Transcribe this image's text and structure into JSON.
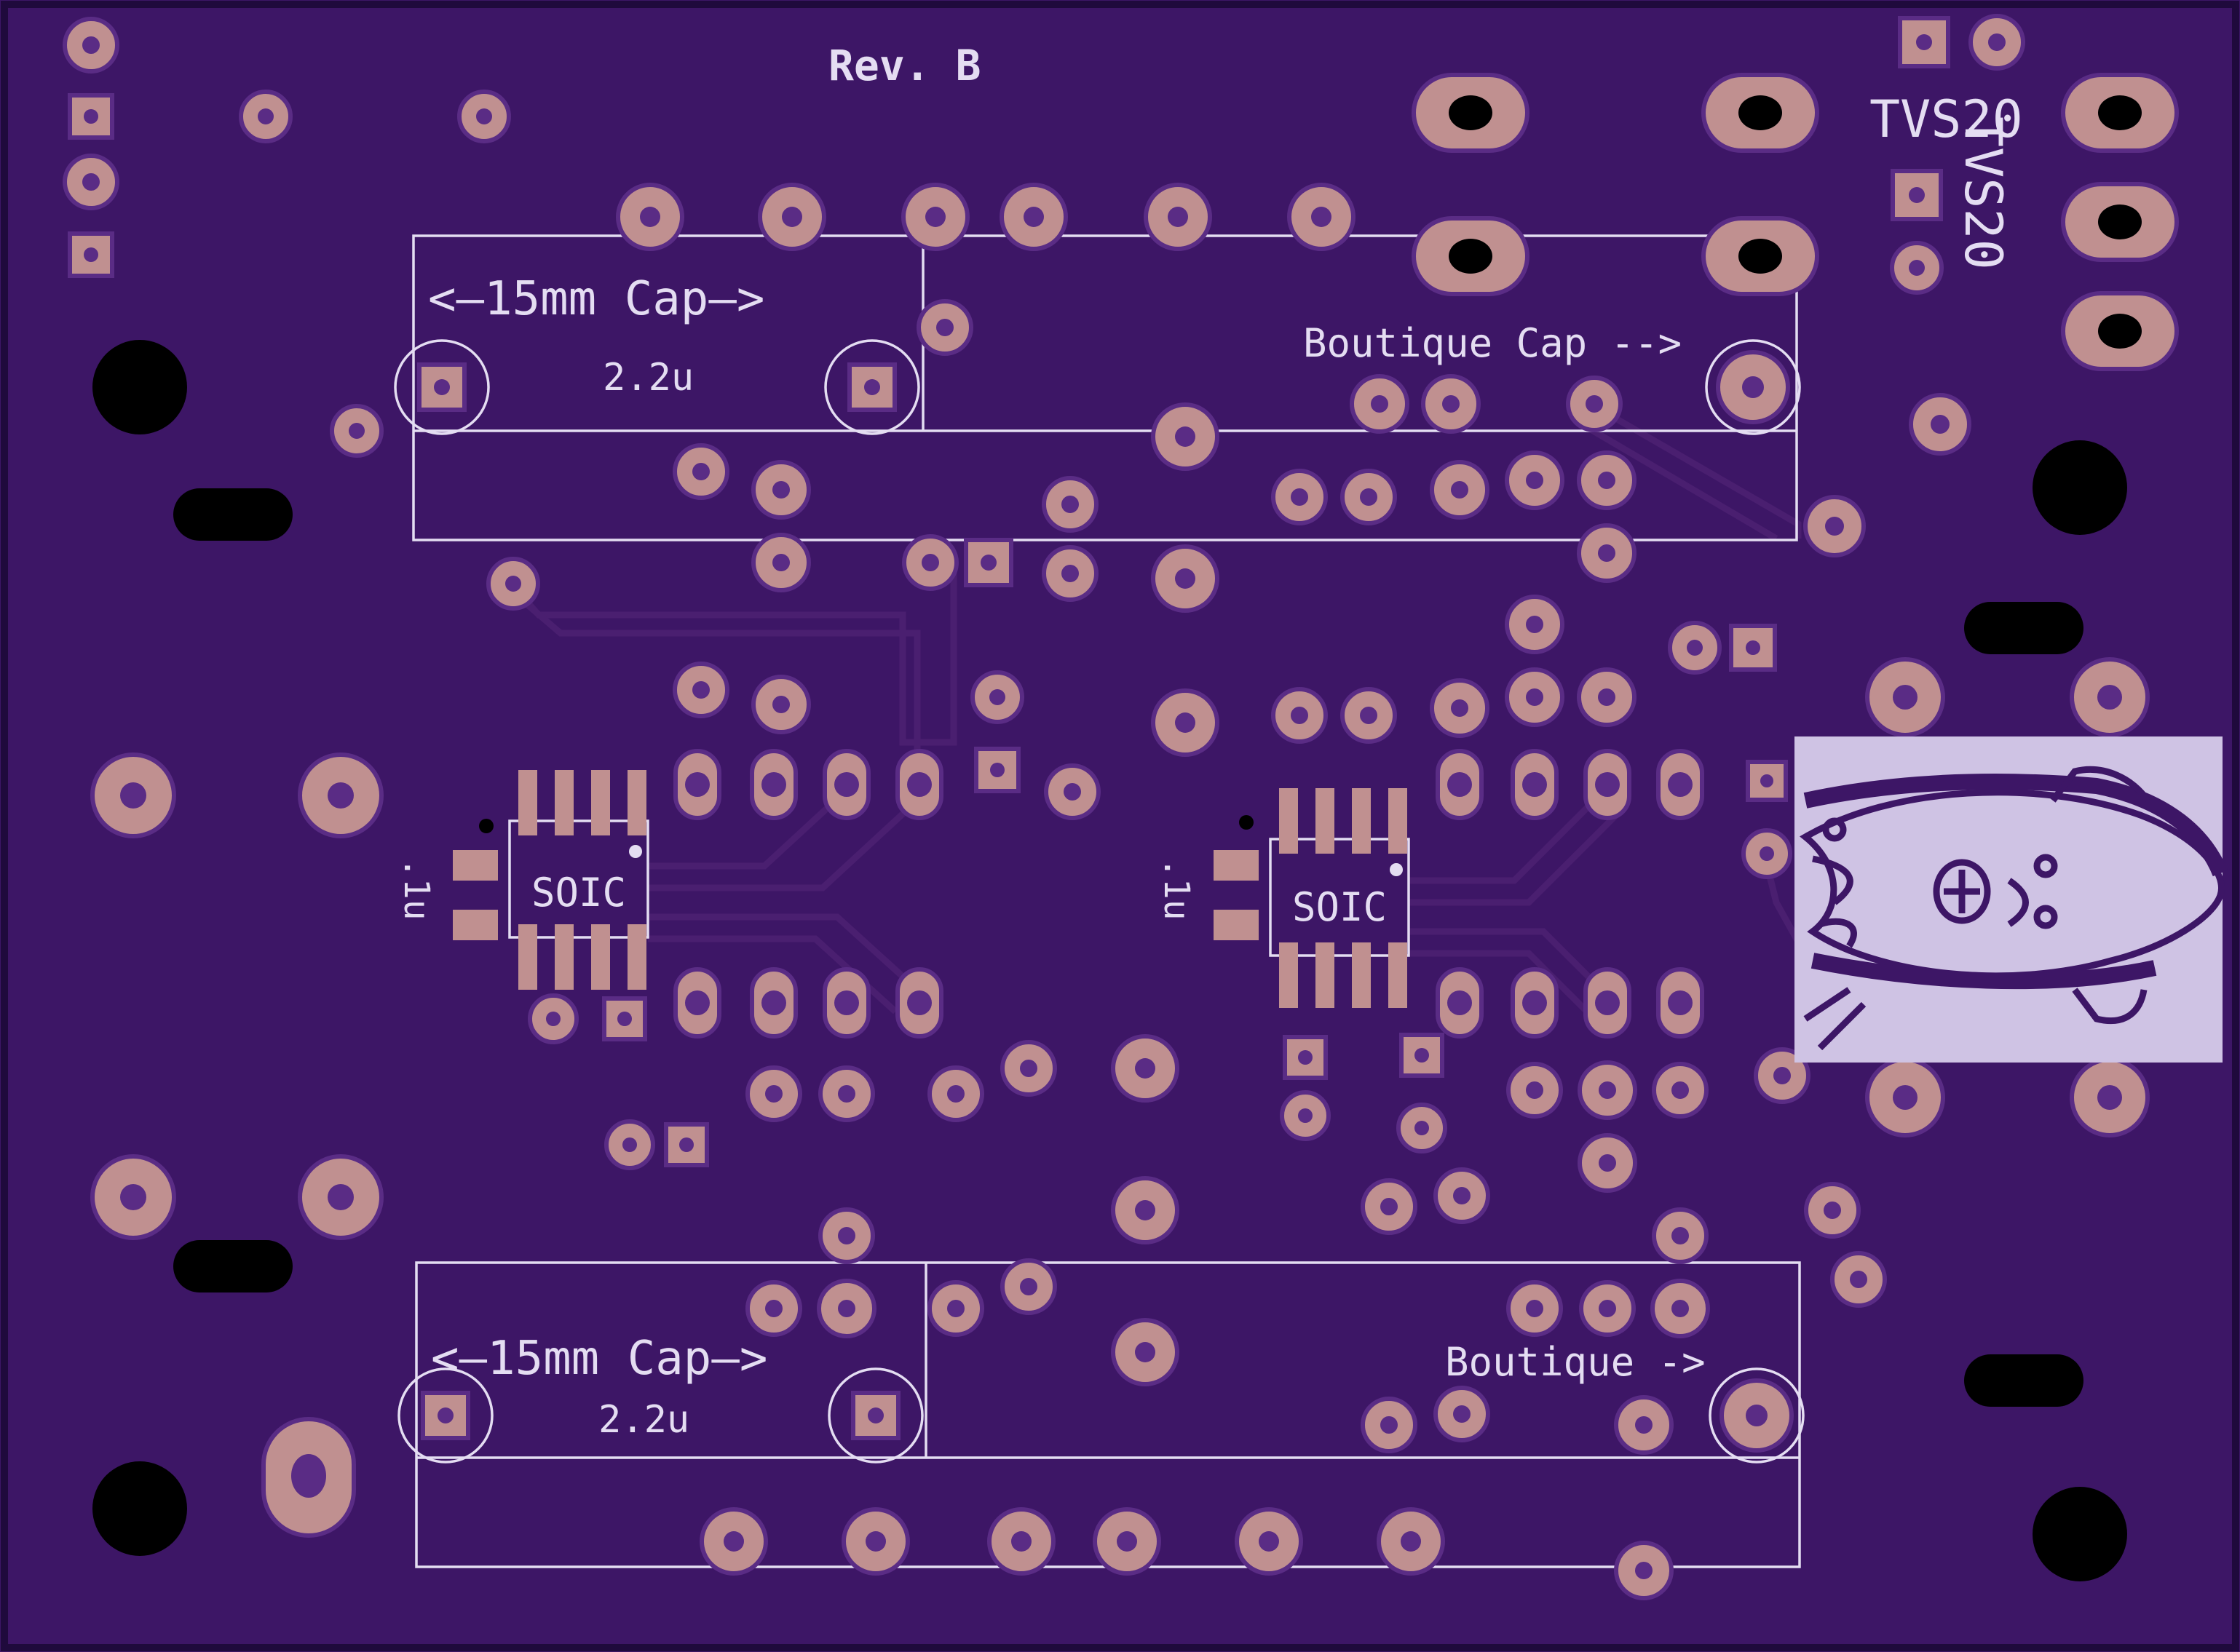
{
  "board": {
    "revision_label": "Rev. B",
    "colors": {
      "board": "#3d1666",
      "board_edge": "#1f0a3c",
      "copper_pad": "#c09090",
      "pad_ring": "#5a2c85",
      "silkscreen": "#e4ddf2",
      "trace": "#4a1f70",
      "logo_panel": "#cfc3e4",
      "logo_ink": "#3d1666"
    }
  },
  "silkscreen": {
    "top_cap_label": "<–15mm Cap–>",
    "top_cap_value": "2.2u",
    "top_boutique_label": "Boutique Cap -->",
    "bottom_cap_label": "<–15mm Cap–>",
    "bottom_cap_value": "2.2u",
    "bottom_boutique_label": "Boutique ->",
    "tvs_label_horizontal": "TVS20",
    "tvs_label_vertical": "TVS20",
    "ic_left_label": "SOIC",
    "ic_right_label": "SOIC",
    "decoupling_left": ".1u",
    "decoupling_right": ".1u"
  },
  "logo": {
    "icon": "fish-logo-icon"
  }
}
